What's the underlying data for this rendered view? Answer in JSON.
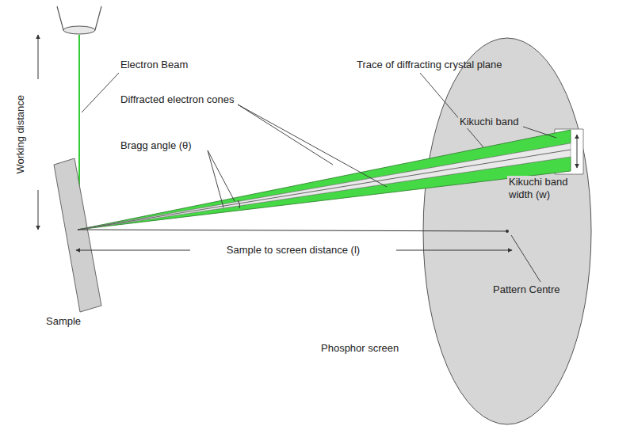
{
  "diagram": {
    "labels": [
      "Electron Beam",
      "Trace of diffracting crystal plane",
      "Diffracted electron cones",
      "Bragg angle (θ)",
      "Working distance",
      "Kikuchi band",
      "Kikuchi band width (w)",
      "Sample to screen distance (l)",
      "Pattern Centre",
      "Sample",
      "Phosphor screen"
    ]
  }
}
